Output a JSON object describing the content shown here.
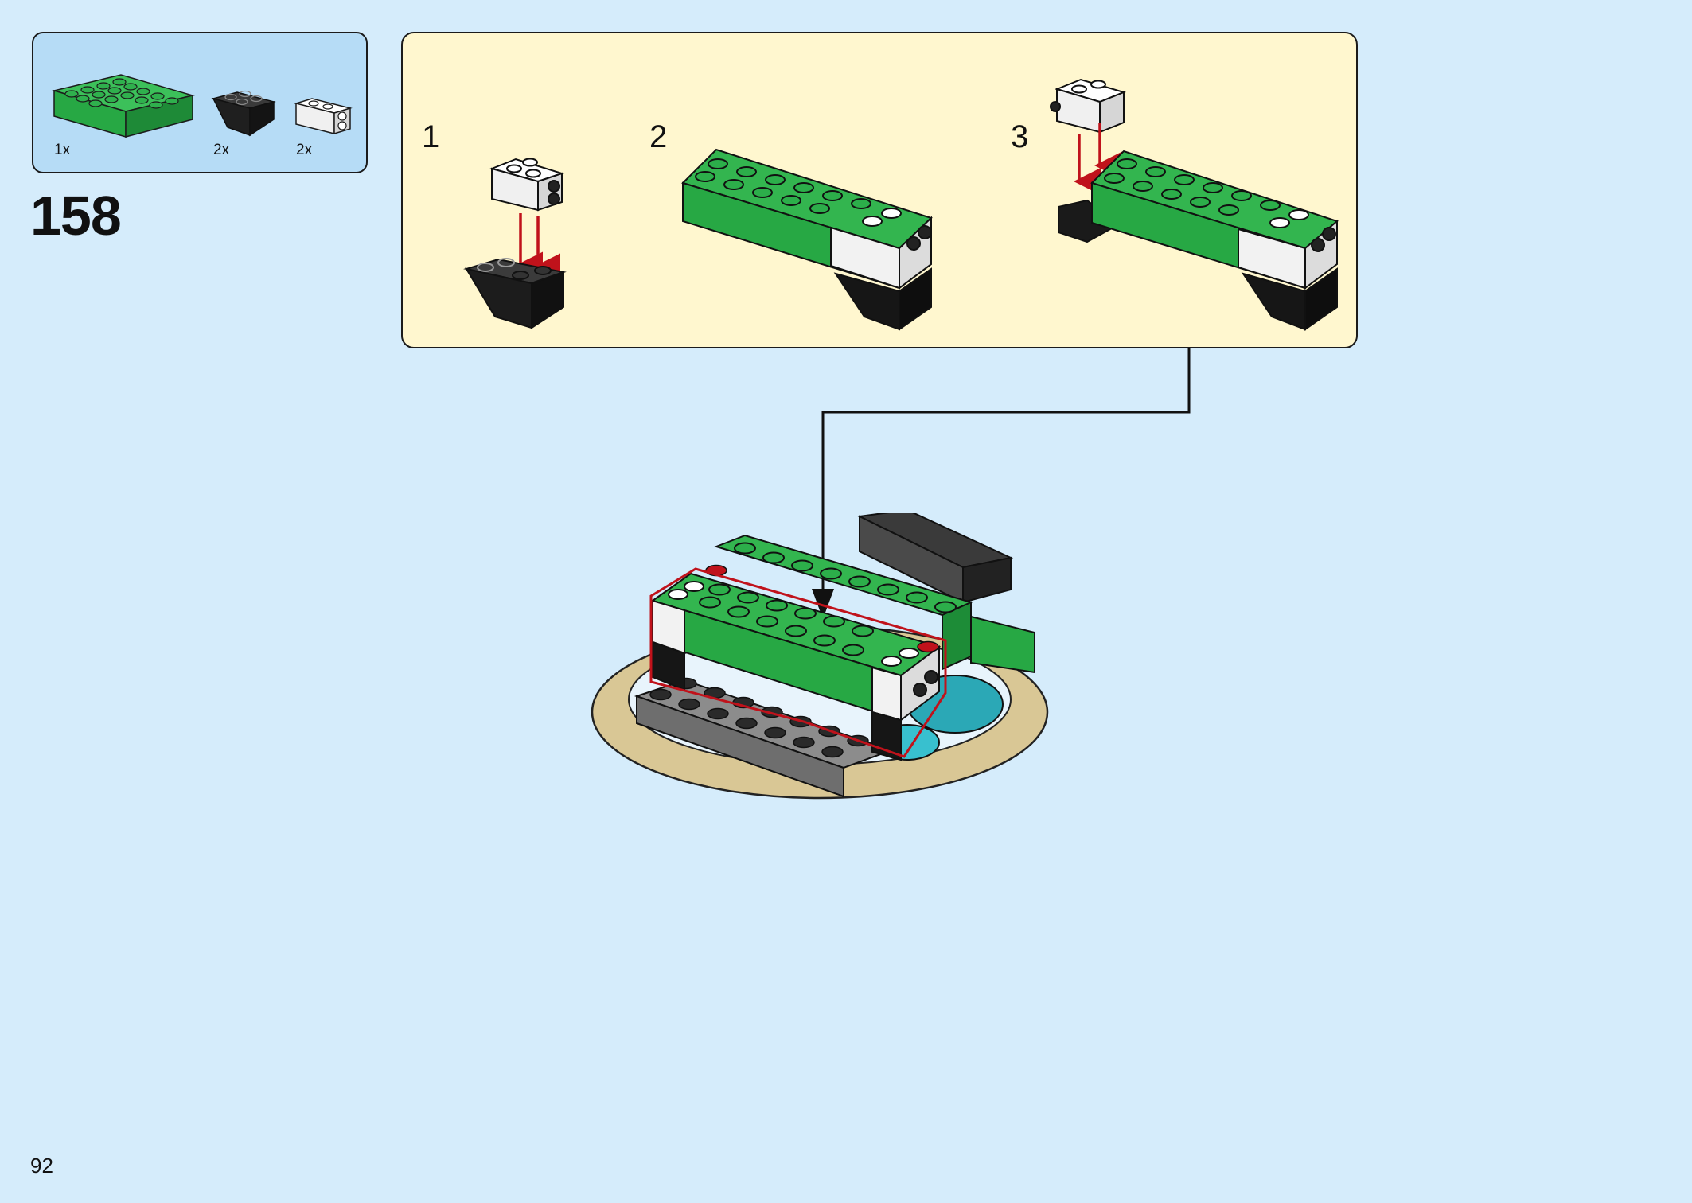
{
  "step": {
    "number": "158"
  },
  "parts_list": [
    {
      "name": "green-brick-2x6",
      "qty": "1x",
      "color": "#27a844"
    },
    {
      "name": "black-inverted-slope",
      "qty": "2x",
      "color": "#1f1f1f"
    },
    {
      "name": "white-brick-side-studs",
      "qty": "2x",
      "color": "#f2f2f2"
    }
  ],
  "substeps": [
    {
      "label": "1"
    },
    {
      "label": "2"
    },
    {
      "label": "3"
    }
  ],
  "colors": {
    "background": "#d5ecfb",
    "parts_box": "#b6dcf6",
    "substep_panel": "#fff7cf",
    "arrow": "#c0121b",
    "highlight_outline": "#c0121b"
  },
  "page": {
    "number": "92"
  }
}
